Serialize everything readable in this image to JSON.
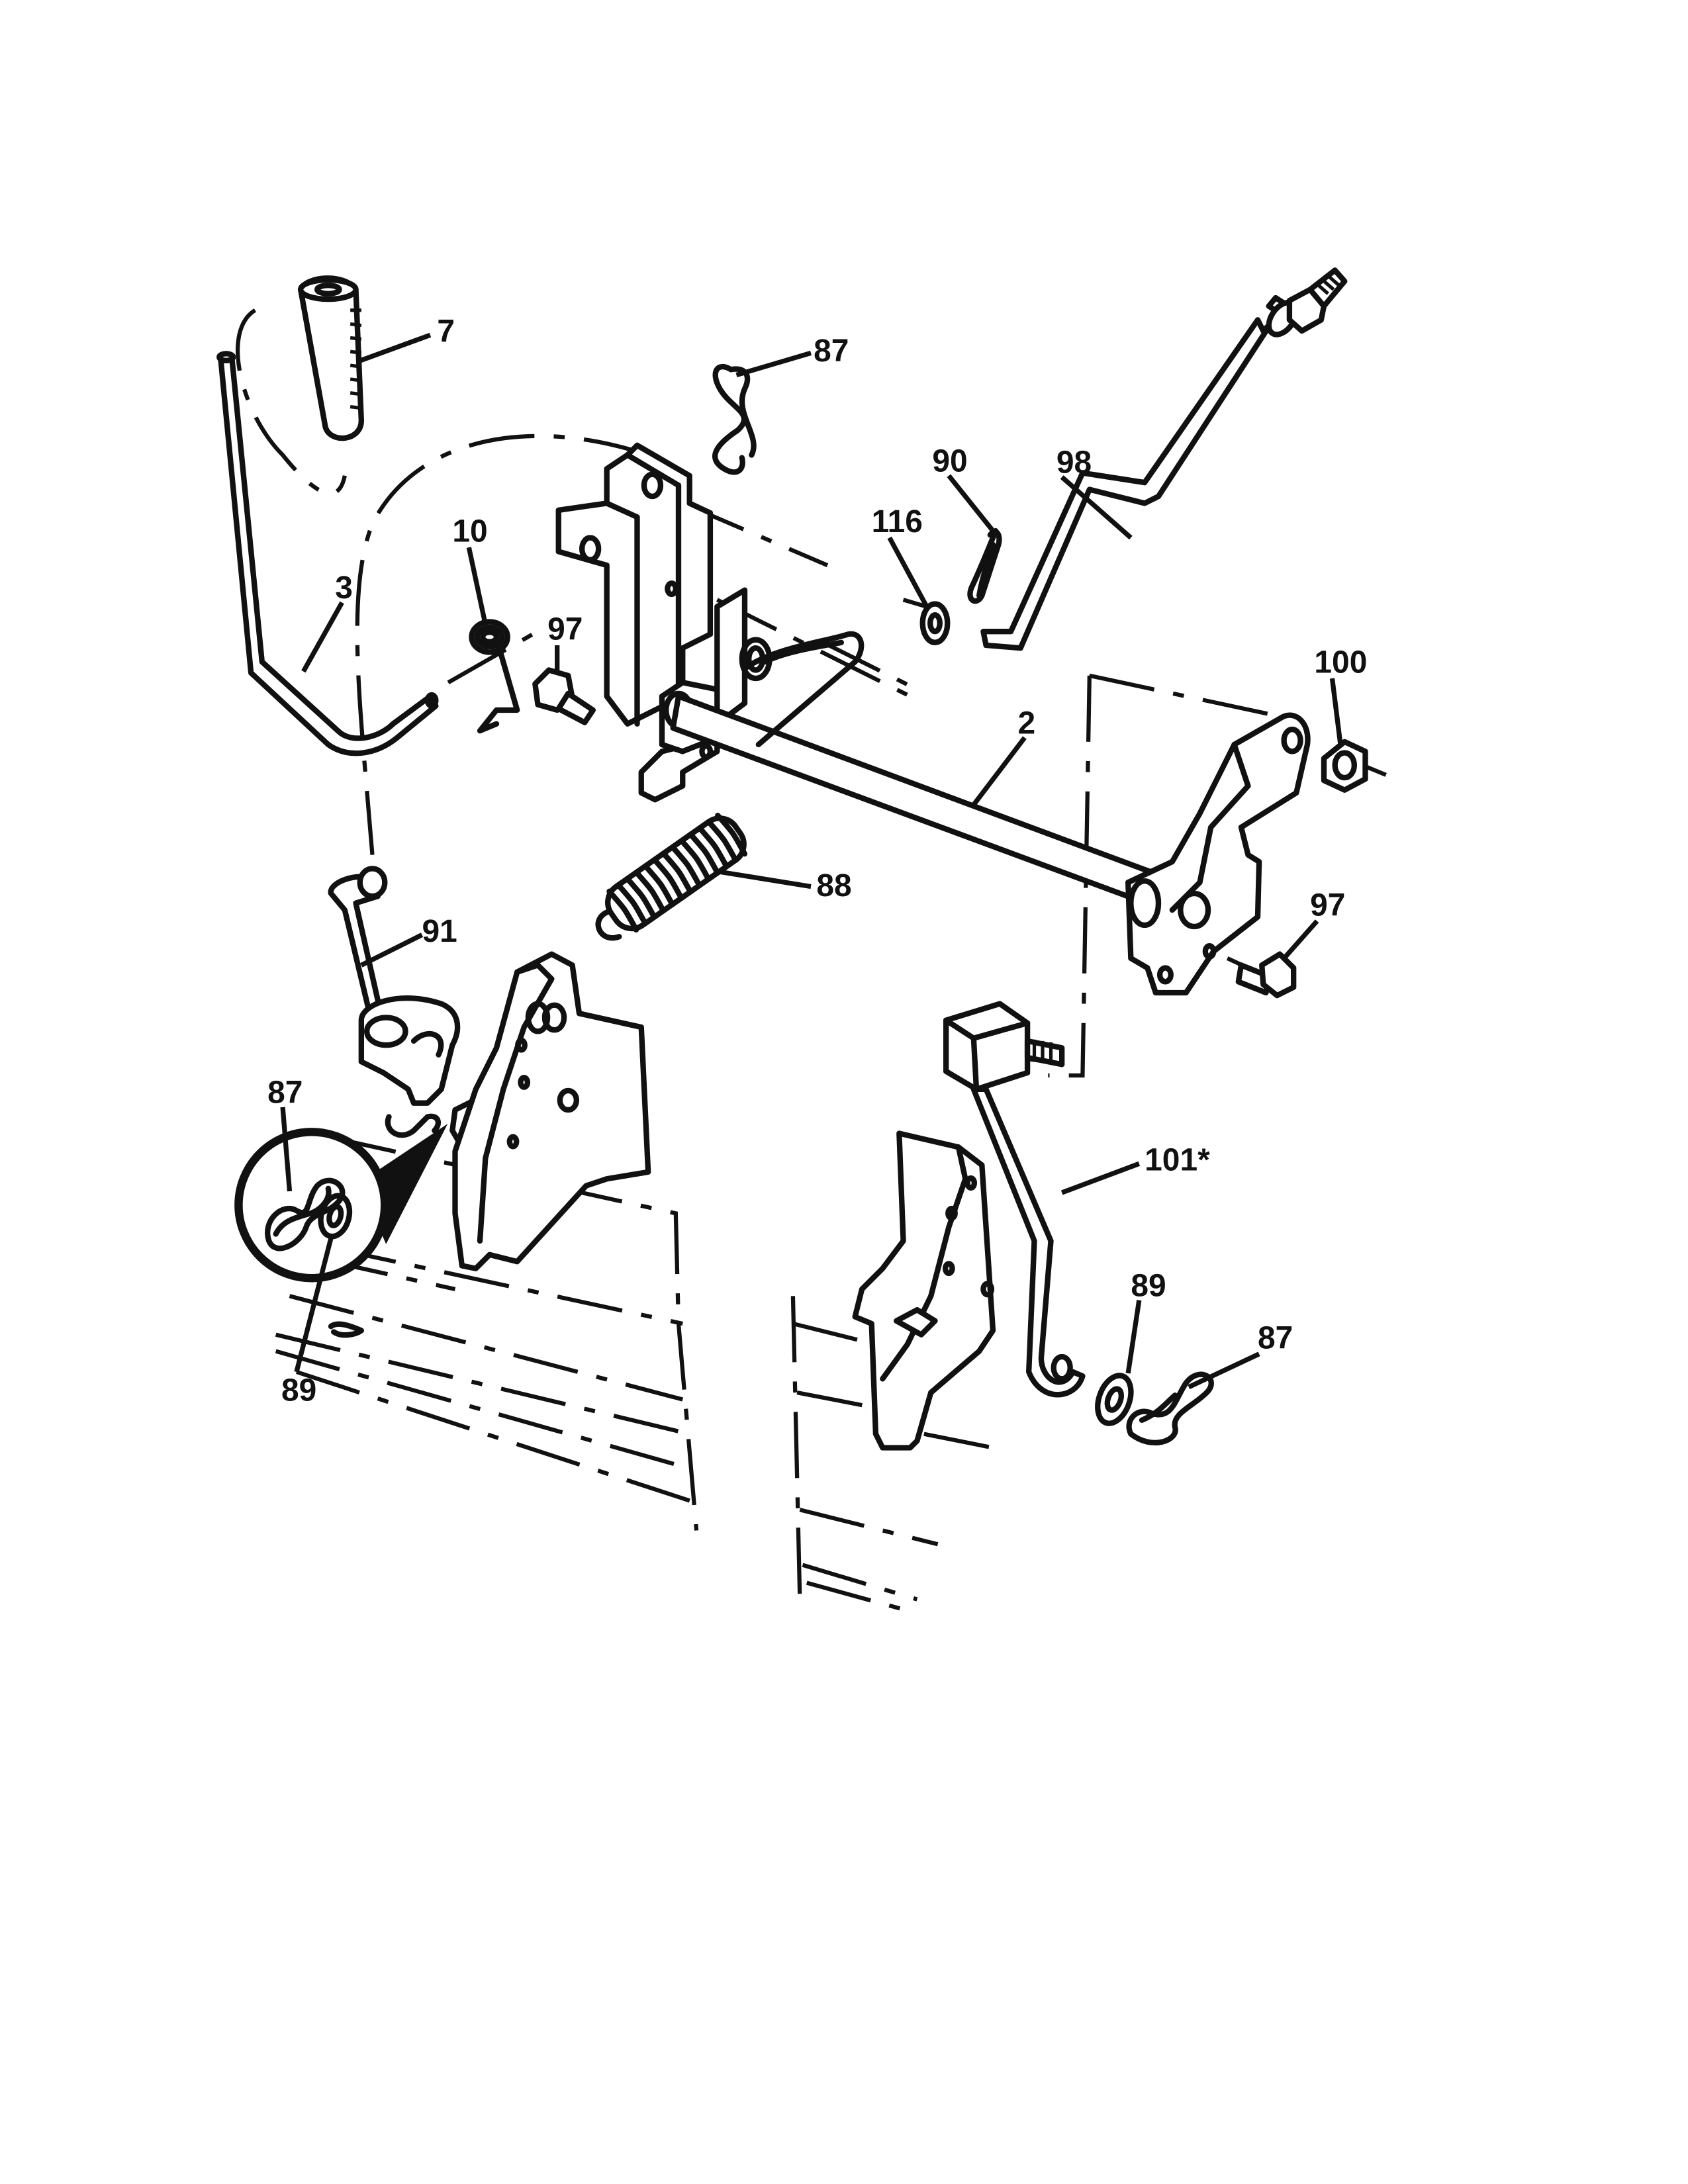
{
  "callouts": [
    {
      "id": "c7",
      "text": "7"
    },
    {
      "id": "c87a",
      "text": "87"
    },
    {
      "id": "c90",
      "text": "90"
    },
    {
      "id": "c98",
      "text": "98"
    },
    {
      "id": "c116",
      "text": "116"
    },
    {
      "id": "c10",
      "text": "10"
    },
    {
      "id": "c3",
      "text": "3"
    },
    {
      "id": "c97a",
      "text": "97"
    },
    {
      "id": "c100",
      "text": "100"
    },
    {
      "id": "c2",
      "text": "2"
    },
    {
      "id": "c88",
      "text": "88"
    },
    {
      "id": "c97b",
      "text": "97"
    },
    {
      "id": "c91",
      "text": "91"
    },
    {
      "id": "c87b",
      "text": "87"
    },
    {
      "id": "c101",
      "text": "101*"
    },
    {
      "id": "c89a",
      "text": "89"
    },
    {
      "id": "c87c",
      "text": "87"
    },
    {
      "id": "c89b",
      "text": "89"
    }
  ]
}
